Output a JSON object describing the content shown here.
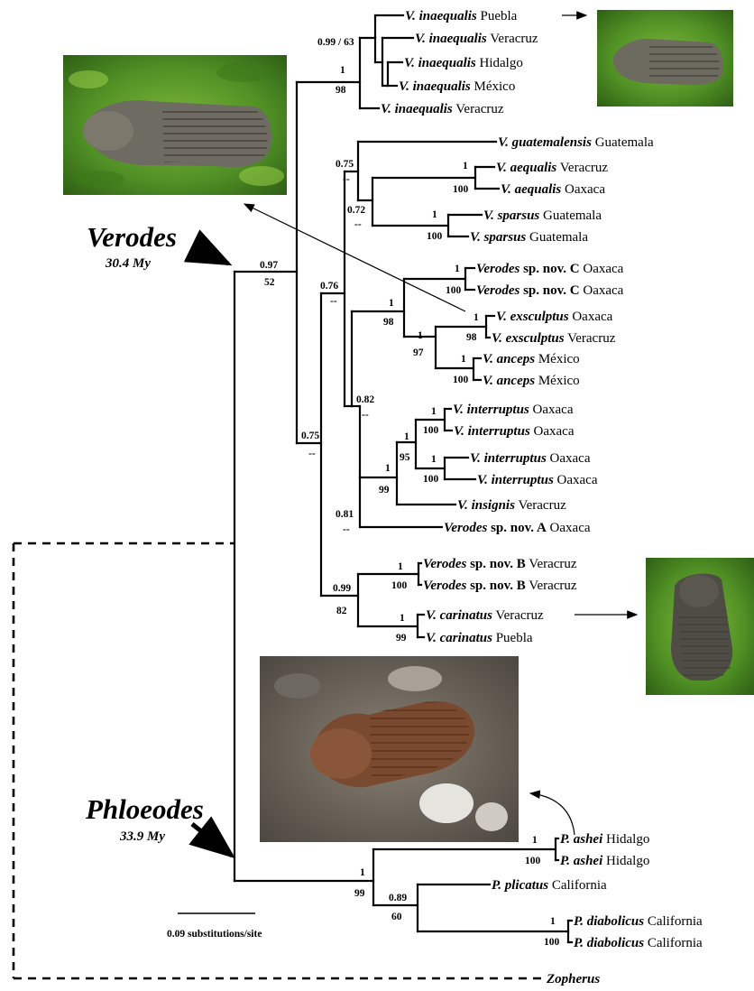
{
  "genus_labels": {
    "verodes": {
      "name": "Verodes",
      "age": "30.4 My"
    },
    "phloeodes": {
      "name": "Phloeodes",
      "age": "33.9 My"
    }
  },
  "outgroup": "Zopherus",
  "scale_label": "0.09 substitutions/site",
  "node_support": {
    "inaequalis_inner": "0.99 / 63",
    "inaequalis_pp": "1",
    "inaequalis_bs": "98",
    "verodes_pp": "0.97",
    "verodes_bs": "52",
    "guat_clade_pp": "0.75",
    "guat_clade_bs": "--",
    "aeq_spar_pp": "0.72",
    "aeq_spar_bs": "--",
    "aeq_pp": "1",
    "aeq_bs": "100",
    "spar_pp": "1",
    "spar_bs": "100",
    "big_clade_pp": "0.76",
    "big_clade_bs": "--",
    "novc_ex_an_pp": "1",
    "novc_ex_an_bs": "98",
    "novc_pp": "1",
    "novc_bs": "100",
    "ex_an_pp": "1",
    "ex_an_bs": "97",
    "exsc_pp": "1",
    "exsc_bs": "98",
    "anceps_pp": "1",
    "anceps_bs": "100",
    "interr_clade_pp": "0.82",
    "interr_clade_bs": "--",
    "interr_ins_pp": "1",
    "interr_ins_bs": "99",
    "interr_all_pp": "1",
    "interr_all_bs": "95",
    "interr_a_pp": "1",
    "interr_a_bs": "100",
    "interr_b_pp": "1",
    "interr_b_bs": "100",
    "nova_pp": "0.81",
    "nova_bs": "--",
    "lower_clade_pp": "0.75",
    "lower_clade_bs": "--",
    "novb_car_pp": "0.99",
    "novb_car_bs": "82",
    "novb_pp": "1",
    "novb_bs": "100",
    "car_pp": "1",
    "car_bs": "99",
    "phl_pp": "1",
    "phl_bs": "99",
    "ashei_pp": "1",
    "ashei_bs": "100",
    "plic_diab_pp": "0.89",
    "plic_diab_bs": "60",
    "diab_pp": "1",
    "diab_bs": "100"
  },
  "taxa": [
    {
      "prefix": "V.",
      "species": "inaequalis",
      "locality": "Puebla"
    },
    {
      "prefix": "V.",
      "species": "inaequalis",
      "locality": "Veracruz"
    },
    {
      "prefix": "V.",
      "species": "inaequalis",
      "locality": "Hidalgo"
    },
    {
      "prefix": "V.",
      "species": "inaequalis",
      "locality": "México"
    },
    {
      "prefix": "V.",
      "species": "inaequalis",
      "locality": "Veracruz"
    },
    {
      "prefix": "V.",
      "species": "guatemalensis",
      "locality": "Guatemala"
    },
    {
      "prefix": "V.",
      "species": "aequalis",
      "locality": "Veracruz"
    },
    {
      "prefix": "V.",
      "species": "aequalis",
      "locality": "Oaxaca"
    },
    {
      "prefix": "V.",
      "species": "sparsus",
      "locality": "Guatemala"
    },
    {
      "prefix": "V.",
      "species": "sparsus",
      "locality": "Guatemala"
    },
    {
      "prefix": "Verodes",
      "species": "sp. nov. C",
      "locality": "Oaxaca"
    },
    {
      "prefix": "Verodes",
      "species": "sp. nov. C",
      "locality": "Oaxaca"
    },
    {
      "prefix": "V.",
      "species": "exsculptus",
      "locality": "Oaxaca"
    },
    {
      "prefix": "V.",
      "species": "exsculptus",
      "locality": "Veracruz"
    },
    {
      "prefix": "V.",
      "species": "anceps",
      "locality": "México"
    },
    {
      "prefix": "V.",
      "species": "anceps",
      "locality": "México"
    },
    {
      "prefix": "V.",
      "species": "interruptus",
      "locality": "Oaxaca"
    },
    {
      "prefix": "V.",
      "species": "interruptus",
      "locality": "Oaxaca"
    },
    {
      "prefix": "V.",
      "species": "interruptus",
      "locality": "Oaxaca"
    },
    {
      "prefix": "V.",
      "species": "interruptus",
      "locality": "Oaxaca"
    },
    {
      "prefix": "V.",
      "species": "insignis",
      "locality": "Veracruz"
    },
    {
      "prefix": "Verodes",
      "species": "sp. nov. A",
      "locality": "Oaxaca"
    },
    {
      "prefix": "Verodes",
      "species": "sp. nov. B",
      "locality": "Veracruz"
    },
    {
      "prefix": "Verodes",
      "species": "sp. nov. B",
      "locality": "Veracruz"
    },
    {
      "prefix": "V.",
      "species": "carinatus",
      "locality": "Veracruz"
    },
    {
      "prefix": "V.",
      "species": "carinatus",
      "locality": "Puebla"
    },
    {
      "prefix": "P.",
      "species": "ashei",
      "locality": "Hidalgo"
    },
    {
      "prefix": "P.",
      "species": "ashei",
      "locality": "Hidalgo"
    },
    {
      "prefix": "P.",
      "species": "plicatus",
      "locality": "California"
    },
    {
      "prefix": "P.",
      "species": "diabolicus",
      "locality": "California"
    },
    {
      "prefix": "P.",
      "species": "diabolicus",
      "locality": "California"
    }
  ]
}
